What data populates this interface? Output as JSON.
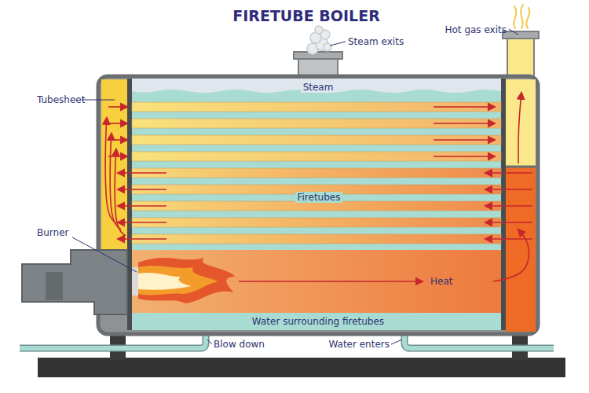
{
  "diagram": {
    "title": "FIRETUBE BOILER",
    "labels": [
      "Steam exits",
      "Hot gas exits",
      "Tubesheet",
      "Steam",
      "Burner",
      "Firetubes",
      "Heat",
      "Water surrounding firetubes",
      "Blow down",
      "Water enters"
    ]
  }
}
